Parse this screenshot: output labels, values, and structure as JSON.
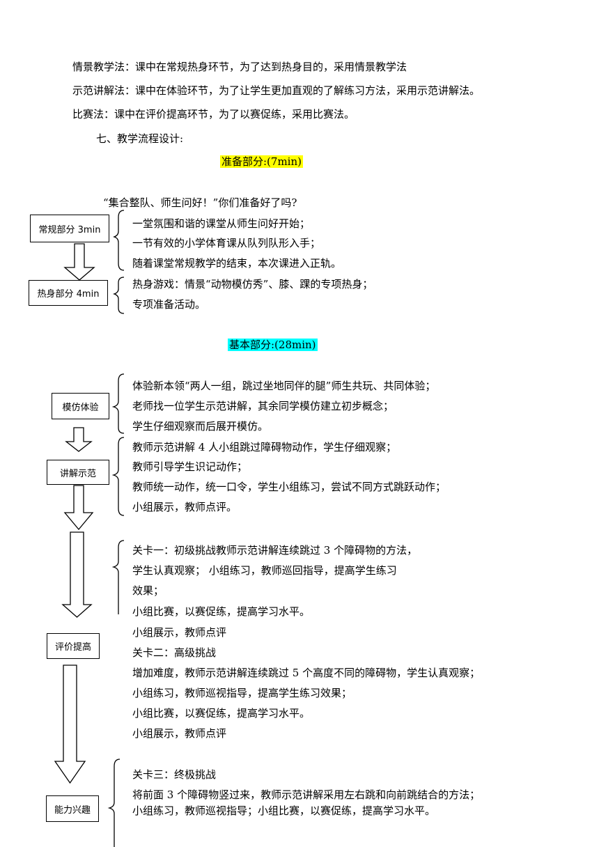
{
  "methods": [
    "情景教学法：课中在常规热身环节，为了达到热身目的，采用情景教学法",
    "示范讲解法：课中在体验环节，为了让学生更加直观的了解练习方法，采用示范讲解法。",
    "比赛法：课中在评价提高环节，为了以赛促练，采用比赛法。"
  ],
  "section_title": "七、教学流程设计:",
  "prep": {
    "heading": "准备部分:(7min)",
    "intro": "“集合整队、师生问好！”你们准备好了吗?",
    "box1": "常规部分 3min",
    "box1_lines": [
      "一堂氛围和谐的课堂从师生问好开始；",
      "一节有效的小学体育课从队列队形入手；",
      "随着课堂常规教学的结束，本次课进入正轨。"
    ],
    "box2": "热身部分 4min",
    "box2_lines": [
      "热身游戏：情景“动物模仿秀”、膝、踝的专项热身；",
      "专项准备活动。"
    ]
  },
  "basic": {
    "heading": "基本部分:(28min)",
    "box1": "模仿体验",
    "box1_lines": [
      "体验新本领“两人一组，跳过坐地同伴的腿”师生共玩、共同体验；",
      "老师找一位学生示范讲解，其余同学模仿建立初步概念；",
      "学生仔细观察而后展开模仿。"
    ],
    "box2": "讲解示范",
    "box2_lines": [
      "教师示范讲解 4 人小组跳过障碍物动作，学生仔细观察；",
      "教师引导学生识记动作；",
      "教师统一动作，统一口令，学生小组练习，尝试不同方式跳跃动作；",
      "小组展示，教师点评。"
    ],
    "box3": "评价提高",
    "box3_lines": [
      "关卡一：初级挑战教师示范讲解连续跳过 3 个障碍物的方法，",
      "学生认真观察；  小组练习，教师巡回指导，提高学生练习",
      "效果；",
      "小组比赛，以赛促练，提高学习水平。",
      "小组展示，教师点评",
      "关卡二：高级挑战",
      "增加难度，教师示范讲解连续跳过 5 个高度不同的障碍物，学生认真观察；",
      "小组练习，教师巡视指导，提高学生练习效果；",
      "小组比赛，以赛促练，提高学习水平。",
      "小组展示，教师点评"
    ],
    "box4": "能力兴趣",
    "box4_lines": [
      "关卡三：终极挑战",
      "将前面 3 个障碍物竖过来，教师示范讲解采用左右跳和向前跳结合的方法；",
      "小组练习，教师巡视指导；小组比赛，以赛促练，提高学习水平。"
    ]
  }
}
